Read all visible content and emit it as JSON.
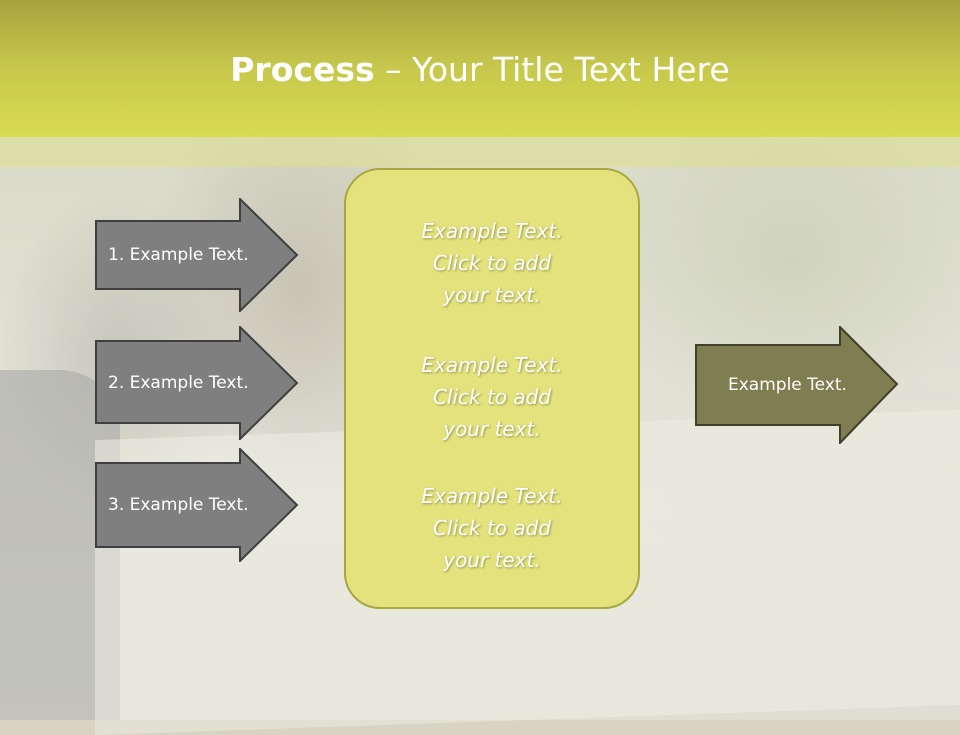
{
  "slide": {
    "title_bold": "Process",
    "title_rest": " – Your Title Text Here",
    "left_arrows": [
      {
        "label": "1. Example Text."
      },
      {
        "label": "2. Example Text."
      },
      {
        "label": "3. Example Text."
      }
    ],
    "center_blocks": [
      {
        "line1": "Example Text.",
        "line2": "Click  to add",
        "line3": "your text."
      },
      {
        "line1": "Example Text.",
        "line2": "Click  to add",
        "line3": "your text."
      },
      {
        "line1": "Example Text.",
        "line2": "Click  to add",
        "line3": "your text."
      }
    ],
    "right_arrow": {
      "label": "Example Text."
    }
  },
  "colors": {
    "title_band": "#c7c84c",
    "left_arrow_fill": "#7f7f7f",
    "left_arrow_border": "#3f3f3f",
    "panel_fill": "#e3e27c",
    "panel_border": "#a8a740",
    "right_arrow_fill": "#7e7e50",
    "text": "#ffffff"
  }
}
